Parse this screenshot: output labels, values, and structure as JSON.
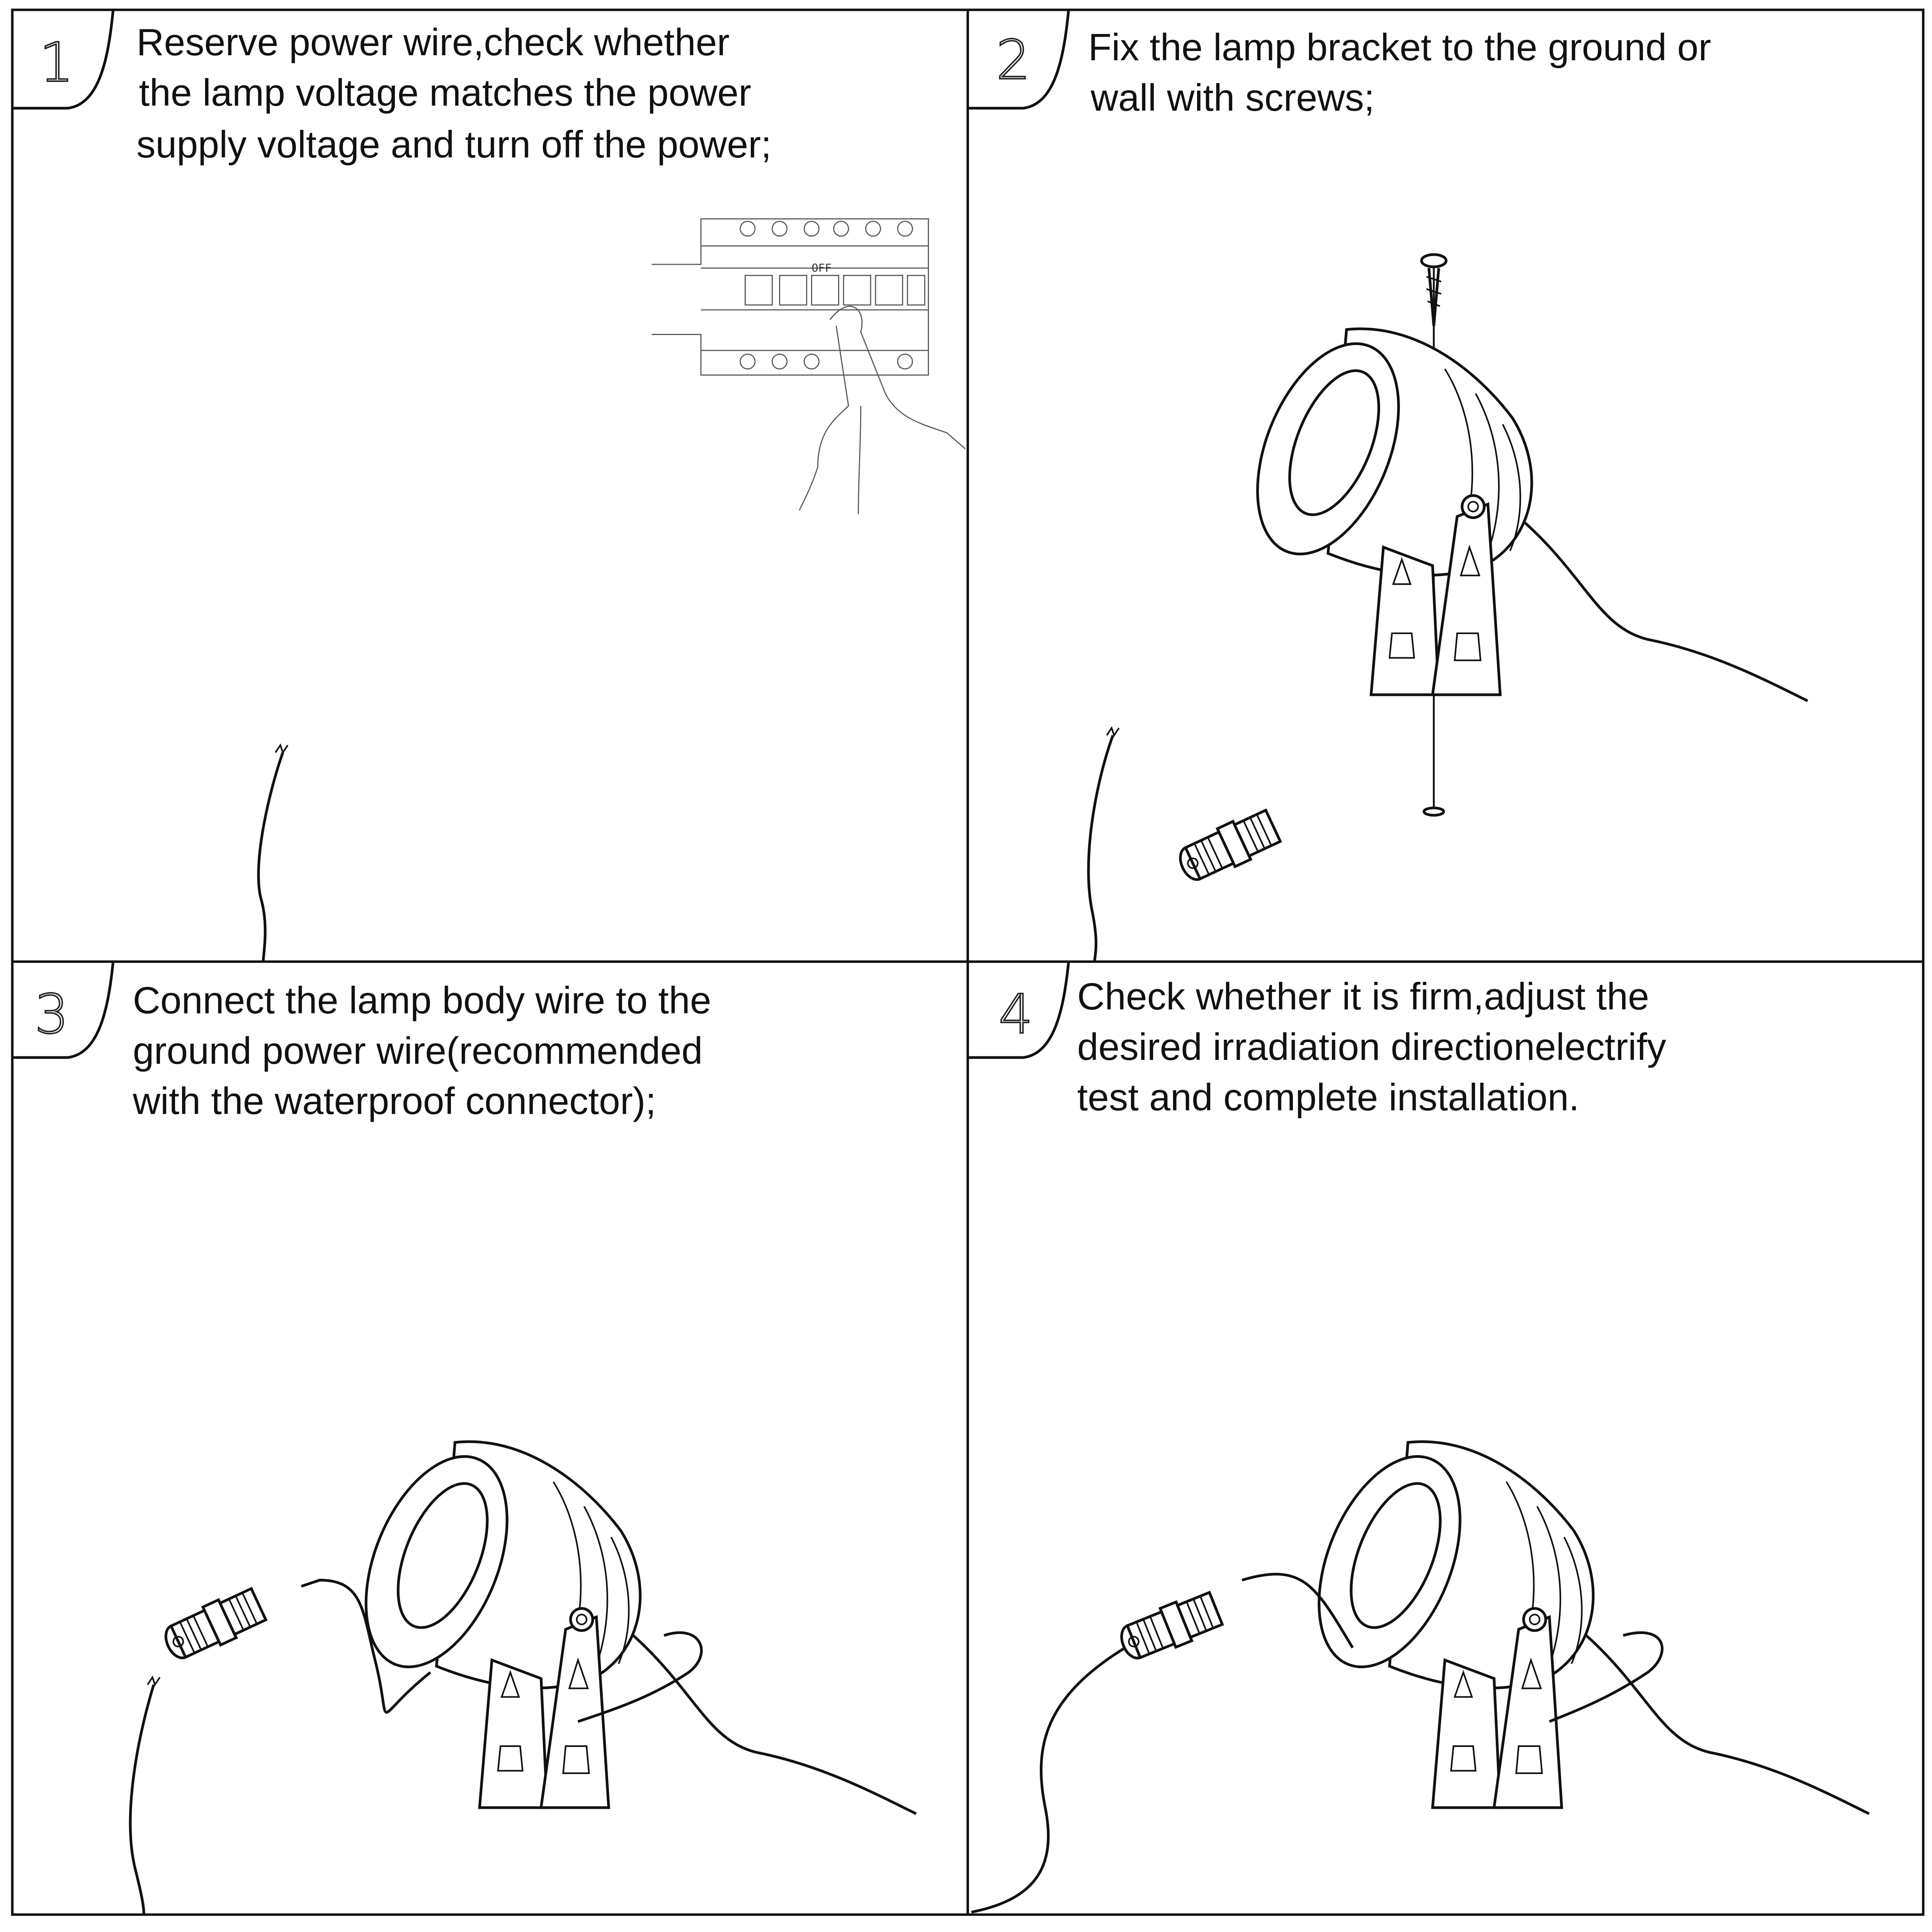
{
  "panels": [
    {
      "number": "1",
      "lines": [
        "Reserve power wire,check whether",
        "the lamp voltage matches the power",
        "supply voltage and turn off the power;"
      ]
    },
    {
      "number": "2",
      "lines": [
        "Fix the lamp bracket to the ground or",
        "wall with screws;"
      ]
    },
    {
      "number": "3",
      "lines": [
        "Connect the lamp body wire to the",
        "ground power wire(recommended",
        "with the waterproof connector);"
      ]
    },
    {
      "number": "4",
      "lines": [
        "Check whether it is firm,adjust the",
        "desired irradiation directionelectrify",
        "test and complete installation."
      ]
    }
  ],
  "breaker": {
    "switch_label": "OFF"
  }
}
